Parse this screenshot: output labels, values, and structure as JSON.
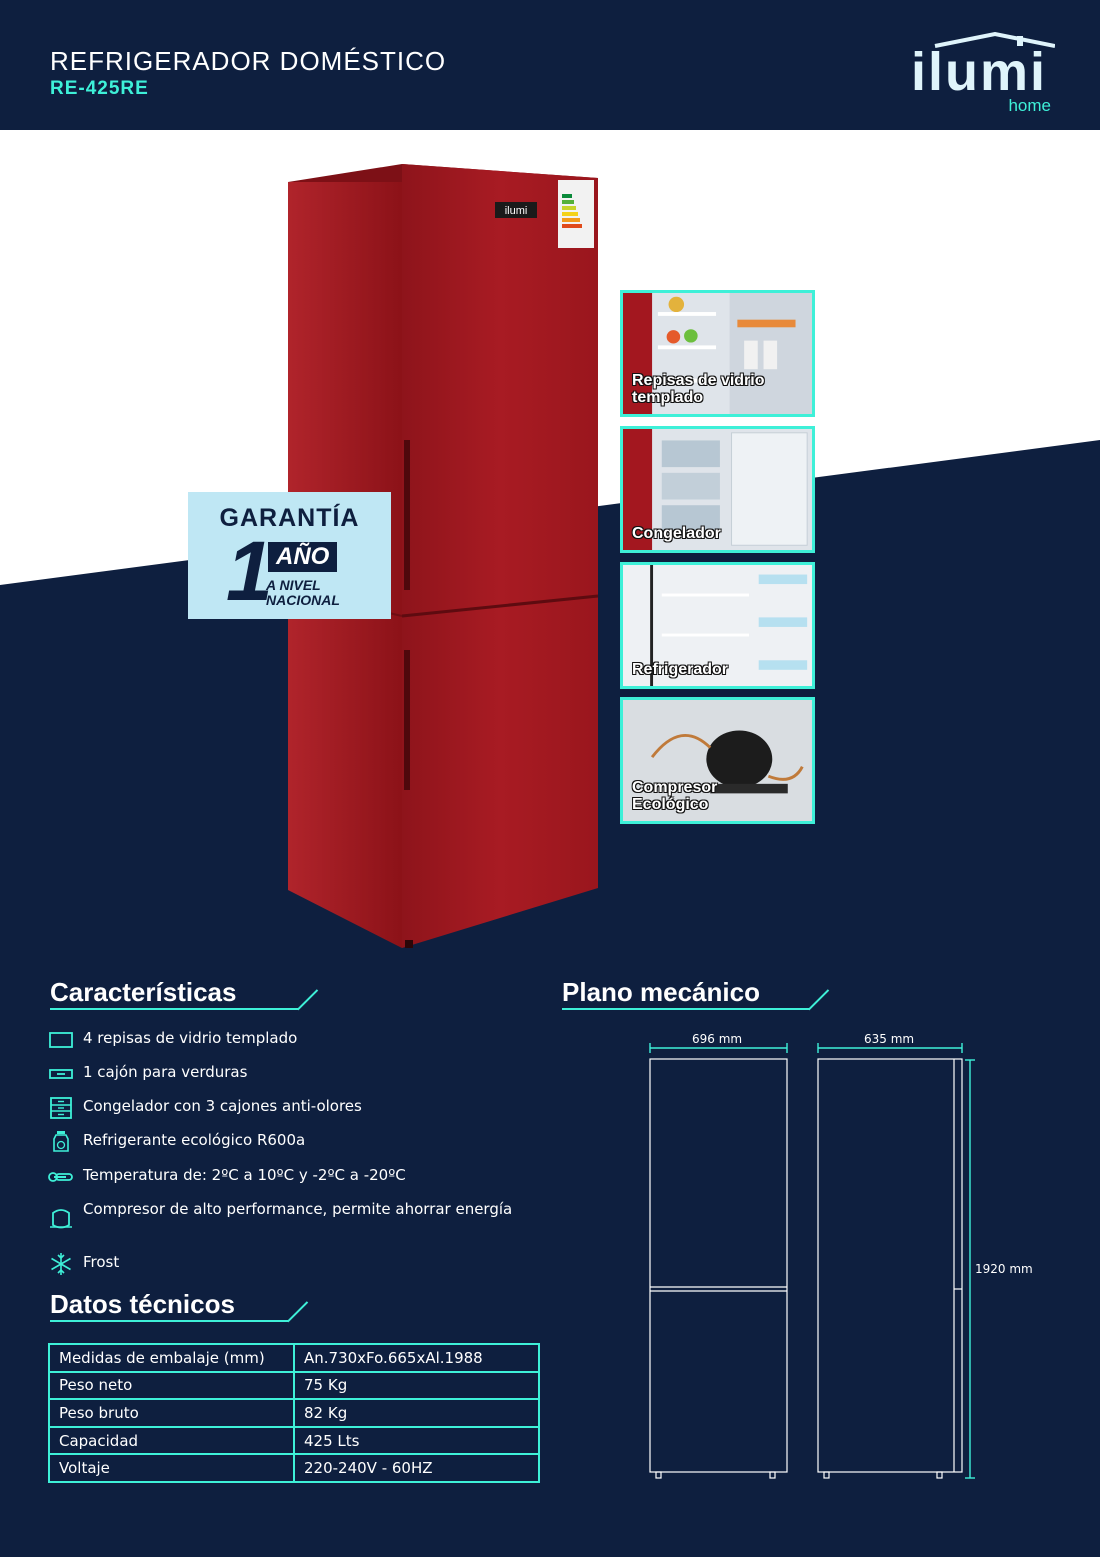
{
  "header": {
    "title": "REFRIGERADOR DOMÉSTICO",
    "model": "RE-425RE",
    "logo_word": "ilumi",
    "logo_sub": "home"
  },
  "product": {
    "badge_text": "ilumi"
  },
  "warranty": {
    "title": "GARANTÍA",
    "number": "1",
    "unit": "AÑO",
    "line1": "A NIVEL",
    "line2": "NACIONAL"
  },
  "thumbnails": [
    {
      "label": "Repisas de vidrio\ntemplado"
    },
    {
      "label": "Congelador"
    },
    {
      "label": "Refrigerador"
    },
    {
      "label": "Compresor\nEcológico"
    }
  ],
  "features_section": {
    "title": "Características",
    "items": [
      {
        "icon": "shelf-icon",
        "text": "4 repisas de vidrio templado"
      },
      {
        "icon": "drawer-icon",
        "text": "1 cajón para verduras"
      },
      {
        "icon": "freezer-drawers-icon",
        "text": "Congelador con 3 cajones anti-olores"
      },
      {
        "icon": "eco-gas-icon",
        "text": "Refrigerante ecológico R600a"
      },
      {
        "icon": "thermometer-icon",
        "text": "Temperatura de: 2ºC a 10ºC y -2ºC a -20ºC"
      },
      {
        "icon": "compressor-icon",
        "text": "Compresor de alto performance, permite ahorrar energía"
      },
      {
        "icon": "snowflake-icon",
        "text": "Frost"
      }
    ]
  },
  "specs_section": {
    "title": "Datos técnicos",
    "rows": [
      {
        "key": "Medidas de embalaje (mm)",
        "value": "An.730xFo.665xAl.1988"
      },
      {
        "key": "Peso neto",
        "value": "75 Kg"
      },
      {
        "key": "Peso bruto",
        "value": "82 Kg"
      },
      {
        "key": "Capacidad",
        "value": "425 Lts"
      },
      {
        "key": "Voltaje",
        "value": "220-240V - 60HZ"
      }
    ]
  },
  "plan_section": {
    "title": "Plano mecánico",
    "width_label": "696 mm",
    "depth_label": "635 mm",
    "height_label": "1920 mm"
  },
  "colors": {
    "navy": "#0e1f3f",
    "accent": "#3ef0d8",
    "fridge_red": "#a3171f",
    "warranty_bg": "#bfe7f4"
  }
}
